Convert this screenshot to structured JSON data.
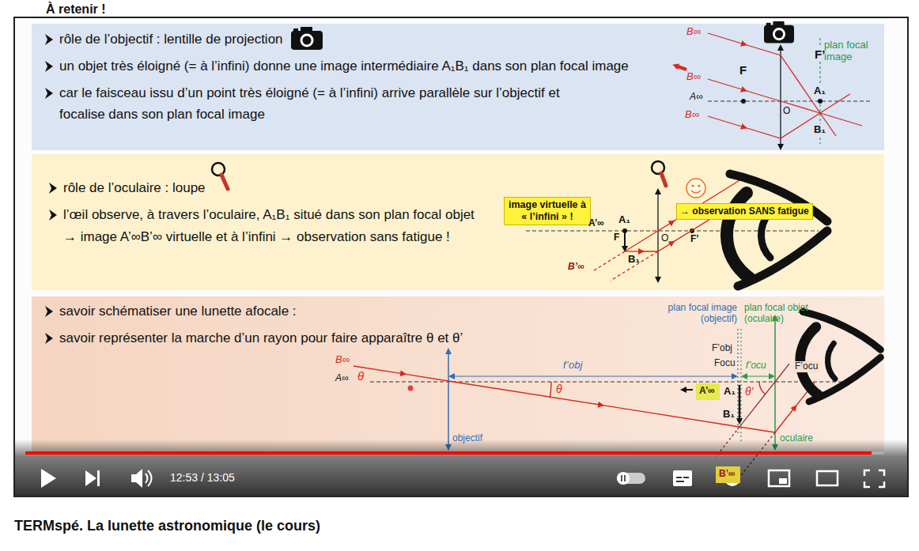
{
  "diagram": {
    "title": "À retenir !",
    "caption": "TERMspé. La lunette astronomique (le cours)",
    "nodes": [
      {
        "text": [
          "rôle de l’objectif : lentille de projection",
          "un objet très éloigné (= à l’infini) donne une image intermédiaire A₁B₁ dans son plan focal image",
          "car le faisceau issu d’un point très éloigné (= à l’infini) arrive parallèle sur l’objectif et focalise dans son plan focal image"
        ]
      },
      {
        "text": [
          "rôle de l’oculaire : loupe",
          "l’œil observe, à travers l’oculaire, A₁B₁ situé dans son plan focal objet → image A’∞B’∞ virtuelle et à l’infini → observation sans fatigue !"
        ]
      },
      {
        "text": [
          "image virtuelle à « l’infini » !"
        ],
        "in": 1
      },
      {
        "text": [
          "→ observation SANS fatigue"
        ],
        "in": 1
      },
      {
        "text": [
          "savoir schématiser une lunette afocale :",
          "savoir représenter la marche d’un rayon pour faire apparaître θ et θ’"
        ]
      },
      {
        "text": [
          "A’∞"
        ],
        "in": 4
      },
      {
        "text": [
          "B’∞"
        ]
      }
    ],
    "labels": [
      "B∞",
      "B∞",
      "A∞",
      "B∞",
      "F",
      "F’",
      "O",
      "A₁",
      "B₁",
      "plan focal image",
      "A’∞",
      "A₁",
      "F",
      "O",
      "F’",
      "B₁",
      "B’∞",
      "plan focal image (objectif)",
      "plan focal objet (oculaire)",
      "B∞",
      "A∞",
      "θ",
      "f’obj",
      "θ",
      "F’obj",
      "Focu",
      "f’ocu",
      "F’ocu",
      "A₁",
      "θ’",
      "B₁",
      "objectif",
      "oculaire",
      "12:53 / 13:05"
    ]
  }
}
